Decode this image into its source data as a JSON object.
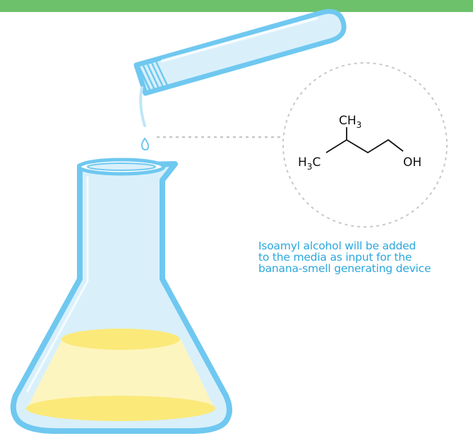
{
  "caption": {
    "lines": [
      "Isoamyl alcohol will be added",
      "to the media as input for the",
      "banana-smell generating device"
    ]
  },
  "molecule": {
    "top_group": "CH",
    "top_subscript": "3",
    "left_group_prefix": "H",
    "left_subscript": "3",
    "left_group_suffix": "C",
    "right_group": "OH"
  },
  "colors": {
    "banner": "#6cc16a",
    "glass_outline": "#6fc8f0",
    "glass_fill": "#d9f0fb",
    "liquid_light": "#fdf5bf",
    "liquid_dark": "#fbe97a",
    "caption_text": "#2aa7dd",
    "dashed_line": "#c8c8c8"
  },
  "icons": [
    "test-tube-icon",
    "erlenmeyer-flask-icon",
    "droplet-icon",
    "isoamyl-alcohol-structure-icon"
  ]
}
